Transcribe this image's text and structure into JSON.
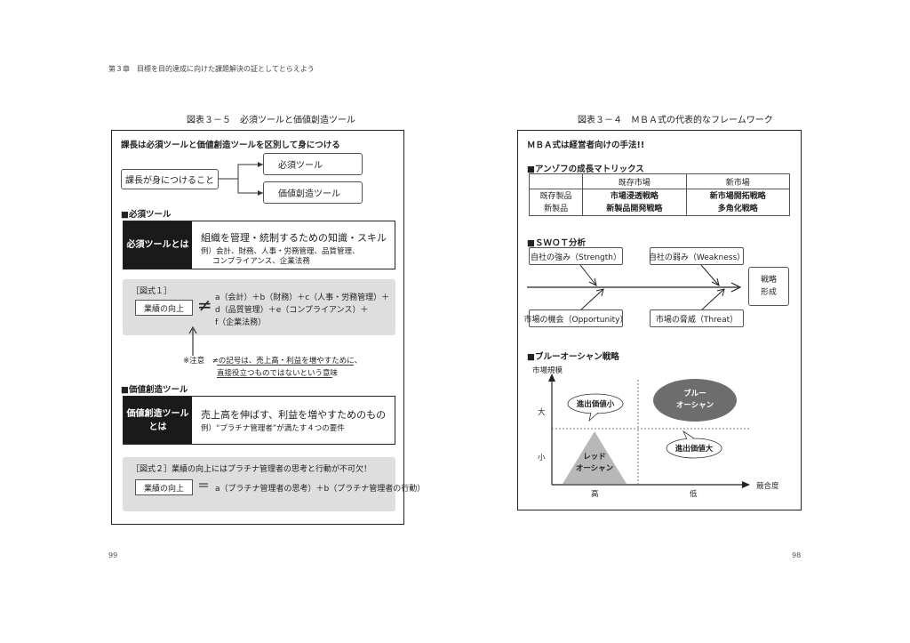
{
  "header": {
    "chapter_title": "第３章　目標を目的達成に向けた課題解決の証としてとらえよう"
  },
  "left_page": {
    "figure_title": "図表３－５　必須ツールと価値創造ツール",
    "heading": "課長は必須ツールと価値創造ツールを区別して身につける",
    "root_box": "課長が身につけること",
    "branch_1": "必須ツール",
    "branch_2": "価値創造ツール",
    "section_1": "■必須ツール",
    "essential_label": "必須ツールとは",
    "essential_main": "組織を管理・統制するための知識・スキル",
    "essential_ex_1": "例）会計、財務、人事・労務管理、品質管理、",
    "essential_ex_2": "コンプライアンス、企業法務",
    "fig1_tag": "［図式１］",
    "fig1_left": "業績の向上",
    "fig1_symbol": "≠",
    "fig1_l1": "a（会計）＋b（財務）＋c（人事・労務管理）＋",
    "fig1_l2": "d（品質管理）＋e（コンプライアンス）＋",
    "fig1_l3": "f（企業法務）",
    "note_1": "※注意　≠の記号は、売上高・利益を増やすために、",
    "note_2": "直接役立つものではないという意味",
    "section_2": "■価値創造ツール",
    "value_label_1": "価値創造ツール",
    "value_label_2": "とは",
    "value_main": "売上高を伸ばす、利益を増やすためのもの",
    "value_ex": "例）“プラチナ管理者”が満たす４つの要件",
    "fig2_tag": "［図式２］業績の向上にはプラチナ管理者の思考と行動が不可欠！",
    "fig2_left": "業績の向上",
    "fig2_symbol": "＝",
    "fig2_right": "a（プラチナ管理者の思考）＋b（プラチナ管理者の行動）",
    "page_number": "99"
  },
  "right_page": {
    "figure_title": "図表３－４　ＭＢＡ式の代表的なフレームワーク",
    "heading": "ＭＢＡ式は経営者向けの手法!!",
    "ansoff_title": "■アンゾフの成長マトリックス",
    "ansoff": {
      "col_1": "既存市場",
      "col_2": "新市場",
      "row_1": "既存製品",
      "row_2": "新製品",
      "c11": "市場浸透戦略",
      "c12": "新市場開拓戦略",
      "c21": "新製品開発戦略",
      "c22": "多角化戦略"
    },
    "swot_title": "■ＳＷＯＴ分析",
    "swot": {
      "strength": "自社の強み（Strength）",
      "weakness": "自社の弱み（Weakness）",
      "opportunity": "市場の機会（Opportunity）",
      "threat": "市場の脅威（Threat）",
      "result_1": "戦略",
      "result_2": "形成"
    },
    "blue_title": "■ブルーオーシャン戦略",
    "blue": {
      "y_label": "市場規模",
      "y_high": "大",
      "y_low": "小",
      "x_label": "競合度",
      "x_high": "高",
      "x_low": "低",
      "blue_ocean_1": "ブルー",
      "blue_ocean_2": "オーシャン",
      "red_ocean_1": "レッド",
      "red_ocean_2": "オーシャン",
      "bubble_small": "進出価値小",
      "bubble_large": "進出価値大"
    },
    "page_number": "98"
  }
}
